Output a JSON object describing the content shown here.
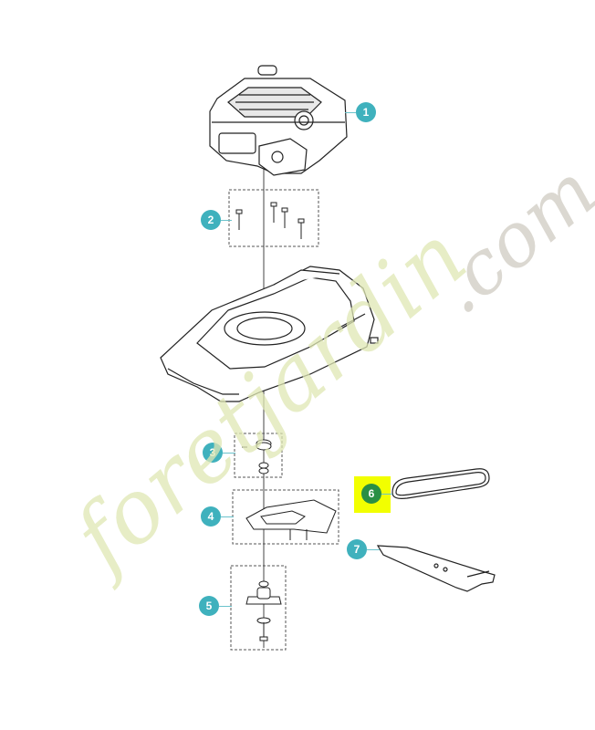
{
  "callouts": [
    {
      "label": "1"
    },
    {
      "label": "2"
    },
    {
      "label": "3"
    },
    {
      "label": "4"
    },
    {
      "label": "5"
    },
    {
      "label": "6"
    },
    {
      "label": "7"
    }
  ],
  "colors": {
    "callout_teal": "#3fb1bd",
    "callout_dark": "#2a8f45",
    "highlight": "#f2ff00",
    "watermark_green": "#dfe7b4",
    "watermark_gray": "#d3cfc6"
  },
  "watermark": {
    "brand": "foretjardin",
    "suffix": ".com"
  }
}
